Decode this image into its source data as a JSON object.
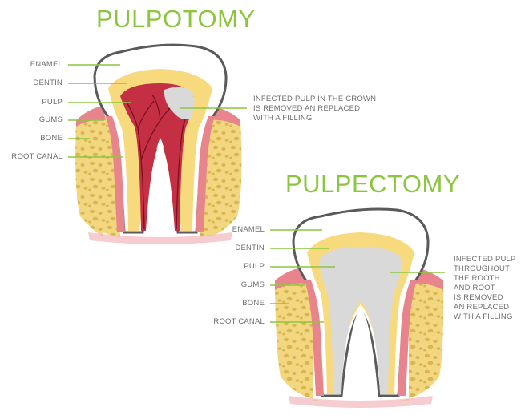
{
  "colors": {
    "accent_green": "#8cc63f",
    "enamel_outline": "#5a5a5a",
    "dentin": "#f8da7e",
    "pulp_infected": "#c42f43",
    "pulp_removed": "#d9d9d9",
    "gums": "#e8848c",
    "bone": "#f2d780",
    "label_text": "#6e6e6e"
  },
  "pulpotomy": {
    "title": "PULPOTOMY",
    "labels": [
      "ENAMEL",
      "DENTIN",
      "PULP",
      "GUMS",
      "BONE",
      "ROOT CANAL"
    ],
    "note_lines": [
      "INFECTED PULP IN THE CROWN",
      "IS REMOVED AN REPLACED",
      "WITH A FILLING"
    ]
  },
  "pulpectomy": {
    "title": "PULPECTOMY",
    "labels": [
      "ENAMEL",
      "DENTIN",
      "PULP",
      "GUMS",
      "BONE",
      "ROOT CANAL"
    ],
    "note_lines": [
      "INFECTED PULP",
      "THROUGHOUT",
      "THE ROOTH",
      "AND ROOT",
      "IS REMOVED",
      "AN REPLACED",
      "WITH A FILLING"
    ]
  }
}
